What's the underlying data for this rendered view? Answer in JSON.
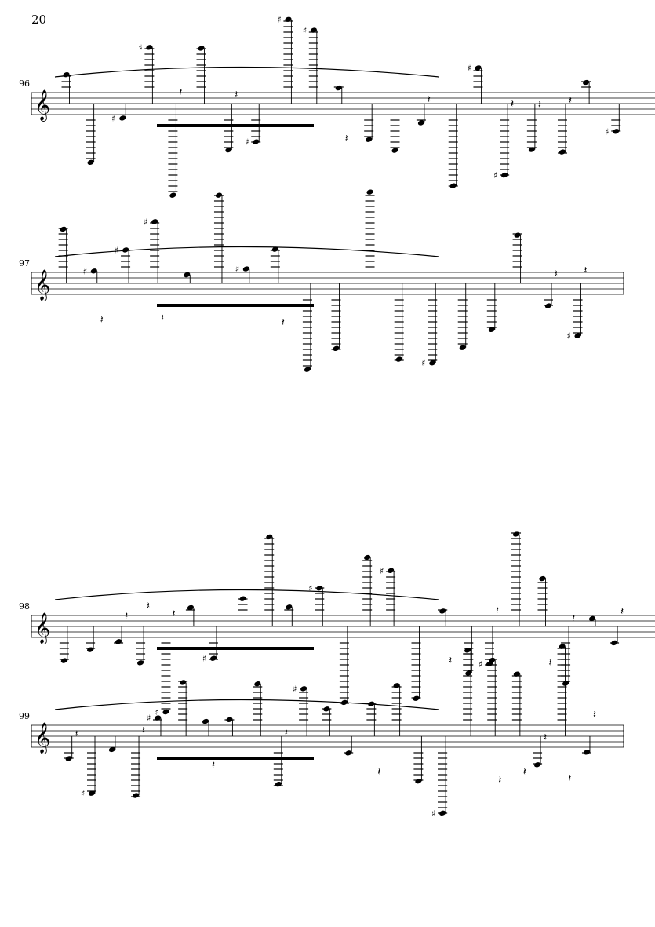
{
  "page_number": "20",
  "systems": [
    {
      "measure": "96"
    },
    {
      "measure": "97"
    },
    {
      "measure": "98"
    },
    {
      "measure": "99"
    }
  ]
}
